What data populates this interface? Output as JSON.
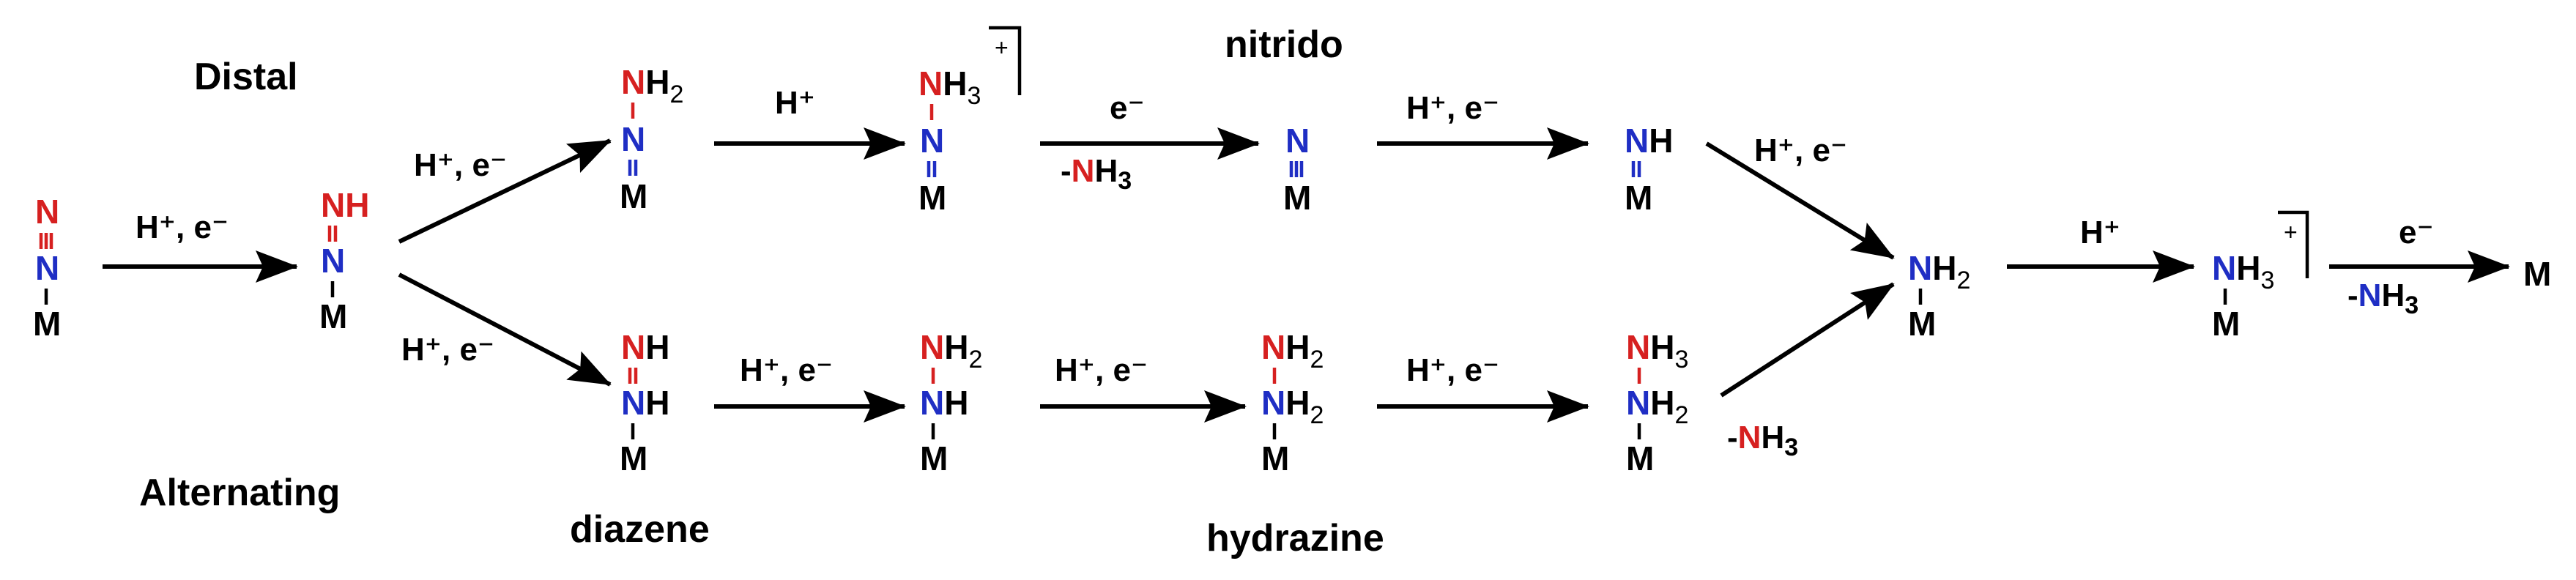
{
  "colors": {
    "red": "#d62020",
    "blue": "#1f2ec4",
    "black": "#000000"
  },
  "labels": {
    "distal": "Distal",
    "alternating": "Alternating",
    "nitrido": "nitrido",
    "diazene": "diazene",
    "hydrazine": "hydrazine"
  },
  "reagents": {
    "he": "H⁺, e⁻",
    "h": "H⁺",
    "e": "e⁻",
    "minus_nh3": "-NH₃"
  },
  "species": {
    "n2_m": {
      "top": "N",
      "mid": "N",
      "bottom": "M",
      "bond1": "triple",
      "bond2": "single"
    },
    "nnh_m": {
      "top": "NH",
      "mid": "N",
      "bottom": "M",
      "bond1": "double",
      "bond2": "single"
    },
    "nnh2_m": {
      "top": "NH",
      "top_sub": "2",
      "mid": "N",
      "bottom": "M",
      "bond1": "single",
      "bond2": "double"
    },
    "nnh3_m": {
      "top": "NH",
      "top_sub": "3",
      "charge": "+",
      "mid": "N",
      "bottom": "M",
      "bond1": "single",
      "bond2": "double"
    },
    "n_m": {
      "top": "N",
      "bottom": "M",
      "bond": "triple"
    },
    "nh_m": {
      "top": "NH",
      "bottom": "M",
      "bond": "double"
    },
    "nh2_m": {
      "top": "NH",
      "top_sub": "2",
      "bottom": "M",
      "bond": "single"
    },
    "nh3_m": {
      "top": "NH",
      "top_sub": "3",
      "charge": "+",
      "bottom": "M",
      "bond": "single"
    },
    "m": {
      "top": "M"
    },
    "nhnh_m": {
      "top": "NH",
      "mid": "NH",
      "bottom": "M",
      "bond1": "double",
      "bond2": "single"
    },
    "nh2nh_m": {
      "top": "NH",
      "top_sub": "2",
      "mid": "NH",
      "bottom": "M",
      "bond1": "single",
      "bond2": "single"
    },
    "nh2nh2_m": {
      "top": "NH",
      "top_sub": "2",
      "mid": "NH",
      "mid_sub": "2",
      "bottom": "M",
      "bond1": "single",
      "bond2": "single"
    },
    "nh3nh2_m": {
      "top": "NH",
      "top_sub": "3",
      "mid": "NH",
      "mid_sub": "2",
      "bottom": "M",
      "bond1": "single",
      "bond2": "single"
    }
  },
  "steps": [
    {
      "from": "N≡N-M",
      "to": "NH=N-M",
      "reagent": "H⁺, e⁻"
    },
    {
      "from": "NH=N-M",
      "to": "NH2-N=M",
      "reagent": "H⁺, e⁻",
      "path": "Distal"
    },
    {
      "from": "NH2-N=M",
      "to": "[NH3-N=M]+",
      "reagent": "H⁺"
    },
    {
      "from": "[NH3-N=M]+",
      "to": "N≡M",
      "reagent": "e⁻",
      "byproduct": "-NH₃"
    },
    {
      "from": "N≡M",
      "to": "NH=M",
      "reagent": "H⁺, e⁻"
    },
    {
      "from": "NH=M",
      "to": "NH2-M",
      "reagent": "H⁺, e⁻"
    },
    {
      "from": "NH=N-M",
      "to": "NH=NH-M",
      "reagent": "H⁺, e⁻",
      "path": "Alternating"
    },
    {
      "from": "NH=NH-M",
      "to": "NH2-NH-M",
      "reagent": "H⁺, e⁻"
    },
    {
      "from": "NH2-NH-M",
      "to": "NH2-NH2-M",
      "reagent": "H⁺, e⁻"
    },
    {
      "from": "NH2-NH2-M",
      "to": "NH3-NH2-M",
      "reagent": "H⁺, e⁻"
    },
    {
      "from": "NH3-NH2-M",
      "to": "NH2-M",
      "byproduct": "-NH₃"
    },
    {
      "from": "NH2-M",
      "to": "[NH3-M]+",
      "reagent": "H⁺"
    },
    {
      "from": "[NH3-M]+",
      "to": "M",
      "reagent": "e⁻",
      "byproduct": "-NH₃"
    }
  ]
}
